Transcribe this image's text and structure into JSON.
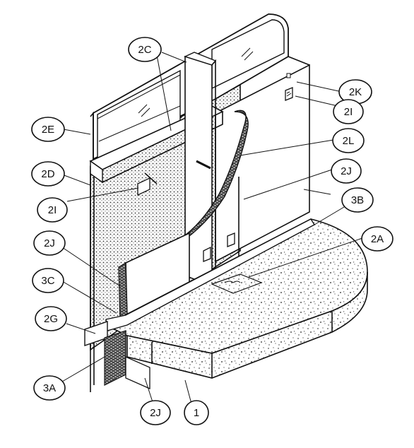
{
  "labels": {
    "l2C": "2C",
    "l2K": "2K",
    "l2I_top": "2I",
    "l2E": "2E",
    "l2L": "2L",
    "l2D": "2D",
    "l2J_right": "2J",
    "l2I_left": "2I",
    "l3B": "3B",
    "l2J_left": "2J",
    "l2A": "2A",
    "l3C": "3C",
    "l2G": "2G",
    "l3A": "3A",
    "l2J_bottom": "2J",
    "l1": "1"
  }
}
